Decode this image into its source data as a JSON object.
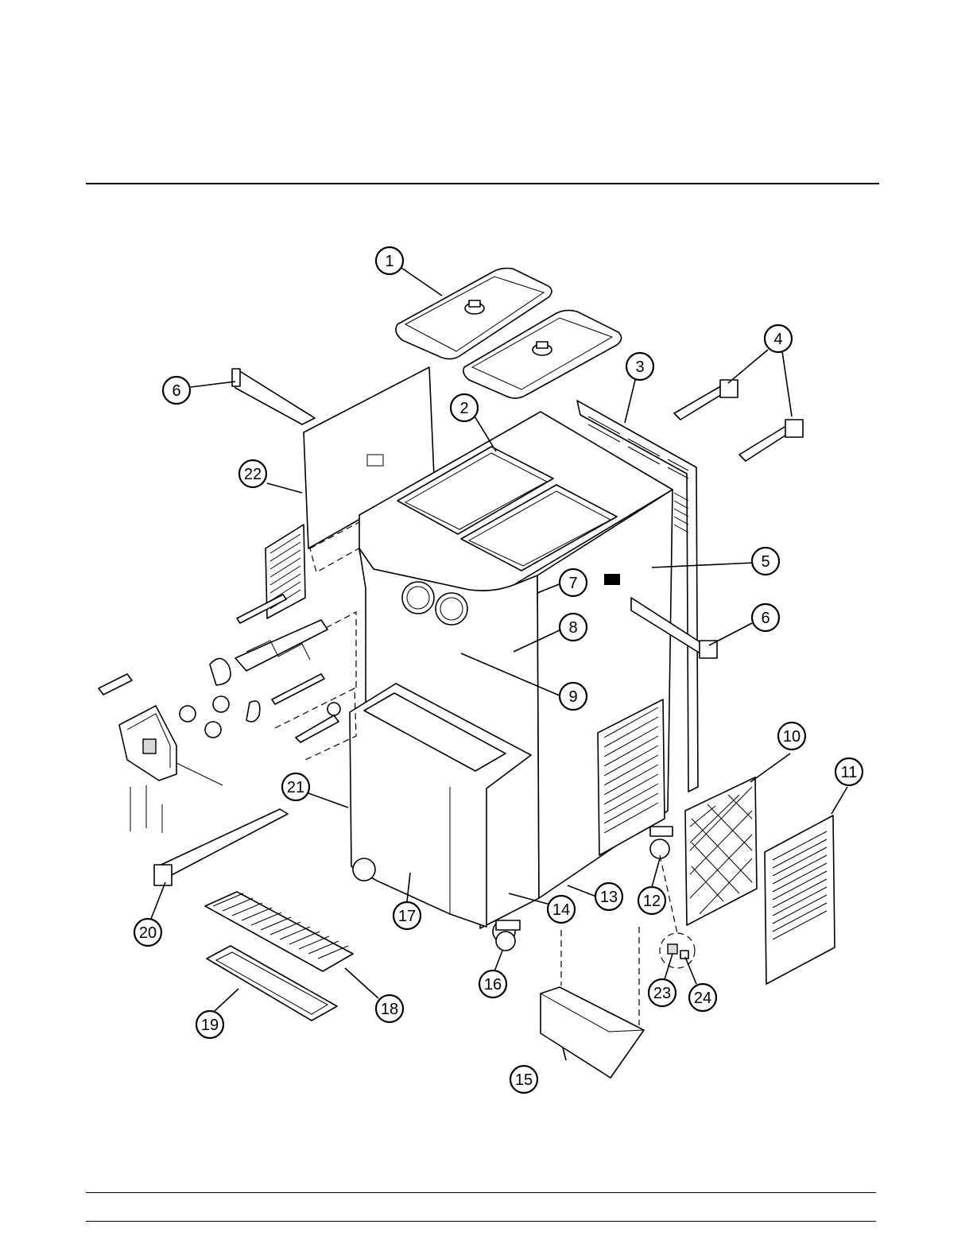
{
  "diagram": {
    "callouts": [
      {
        "id": "1",
        "label": "1"
      },
      {
        "id": "2",
        "label": "2"
      },
      {
        "id": "3",
        "label": "3"
      },
      {
        "id": "4",
        "label": "4"
      },
      {
        "id": "5",
        "label": "5"
      },
      {
        "id": "6a",
        "label": "6"
      },
      {
        "id": "6b",
        "label": "6"
      },
      {
        "id": "7",
        "label": "7"
      },
      {
        "id": "8",
        "label": "8"
      },
      {
        "id": "9",
        "label": "9"
      },
      {
        "id": "10",
        "label": "10"
      },
      {
        "id": "11",
        "label": "11"
      },
      {
        "id": "12",
        "label": "12"
      },
      {
        "id": "13",
        "label": "13"
      },
      {
        "id": "14",
        "label": "14"
      },
      {
        "id": "15",
        "label": "15"
      },
      {
        "id": "16",
        "label": "16"
      },
      {
        "id": "17",
        "label": "17"
      },
      {
        "id": "18",
        "label": "18"
      },
      {
        "id": "19",
        "label": "19"
      },
      {
        "id": "20",
        "label": "20"
      },
      {
        "id": "21",
        "label": "21"
      },
      {
        "id": "22",
        "label": "22"
      },
      {
        "id": "23",
        "label": "23"
      },
      {
        "id": "24",
        "label": "24"
      }
    ]
  }
}
